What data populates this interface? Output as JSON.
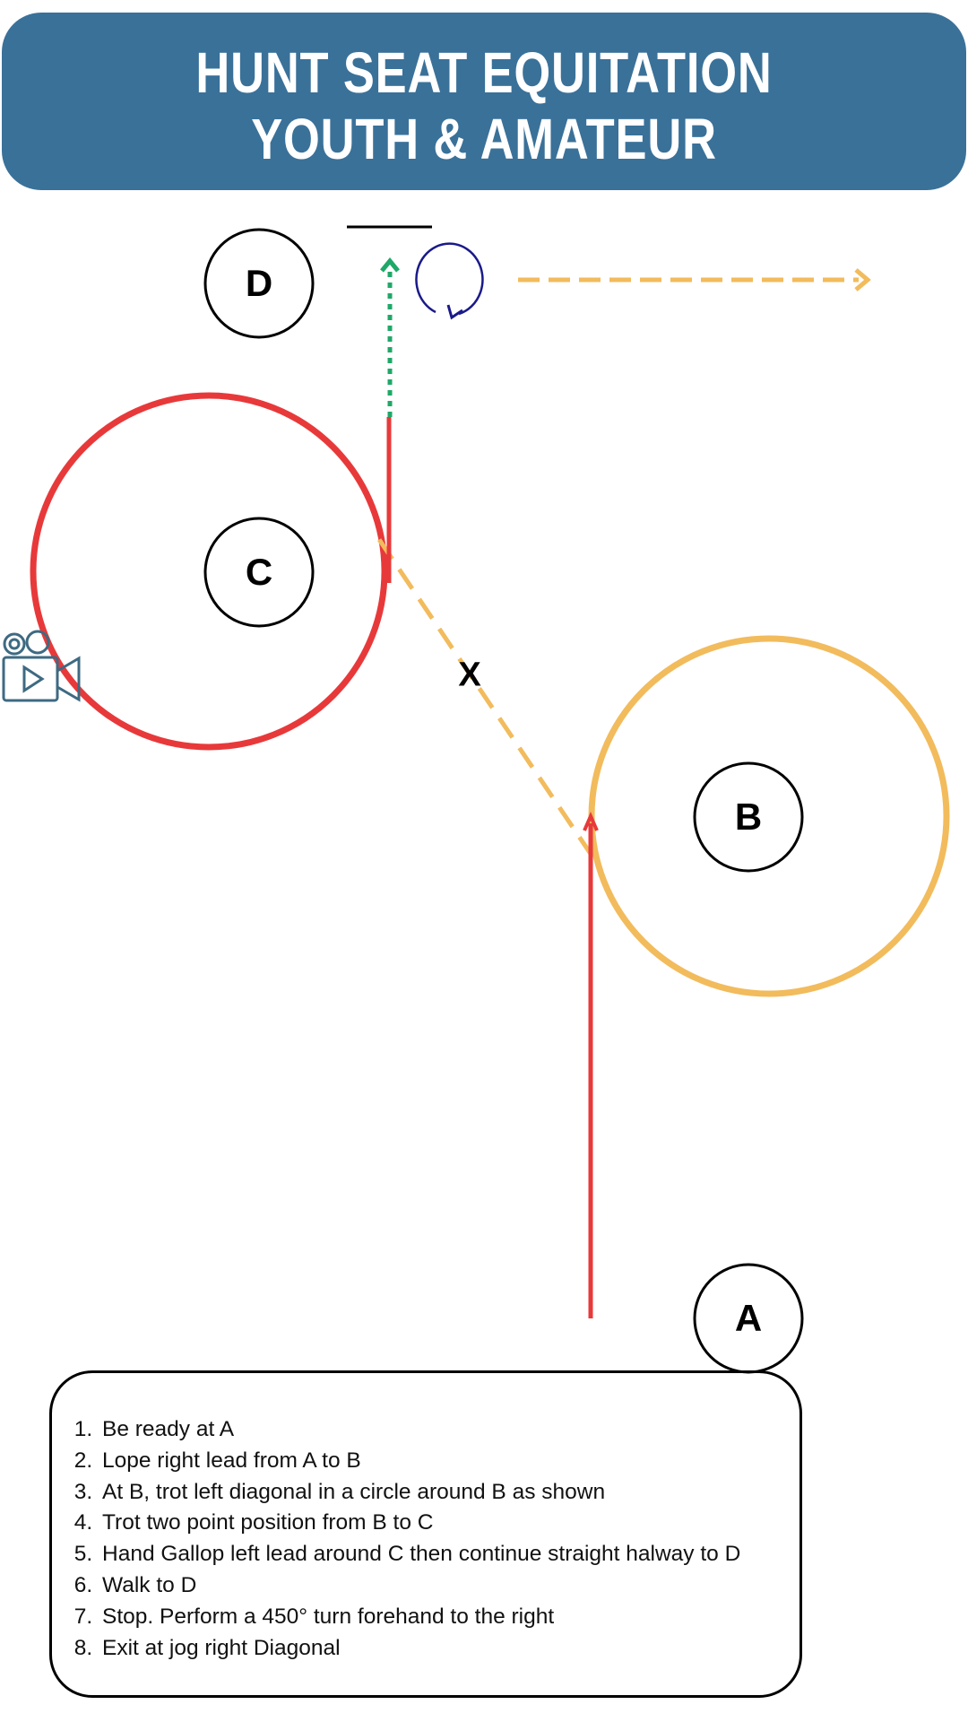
{
  "header": {
    "line1": "HUNT SEAT EQUITATION",
    "line2": "YOUTH & AMATEUR",
    "color": "#3a7199"
  },
  "markers": {
    "a": "A",
    "b": "B",
    "c": "C",
    "d": "D",
    "x": "X"
  },
  "colors": {
    "lope": "#e8393a",
    "trot": "#f2bb5c",
    "walk": "#1fa868",
    "turn": "#1a1a8a",
    "camera": "#3e6a82"
  },
  "icons": [
    "video-camera-icon",
    "turn-arrow-icon"
  ],
  "instructions": [
    "Be ready at A",
    "Lope right lead from A to B",
    "At B, trot left diagonal in a circle around B as shown",
    "Trot two point position from B to C",
    "Hand Gallop left lead around C then continue straight halway to D",
    "Walk to D",
    "Stop. Perform a 450° turn forehand to the right",
    "Exit at jog right Diagonal"
  ]
}
